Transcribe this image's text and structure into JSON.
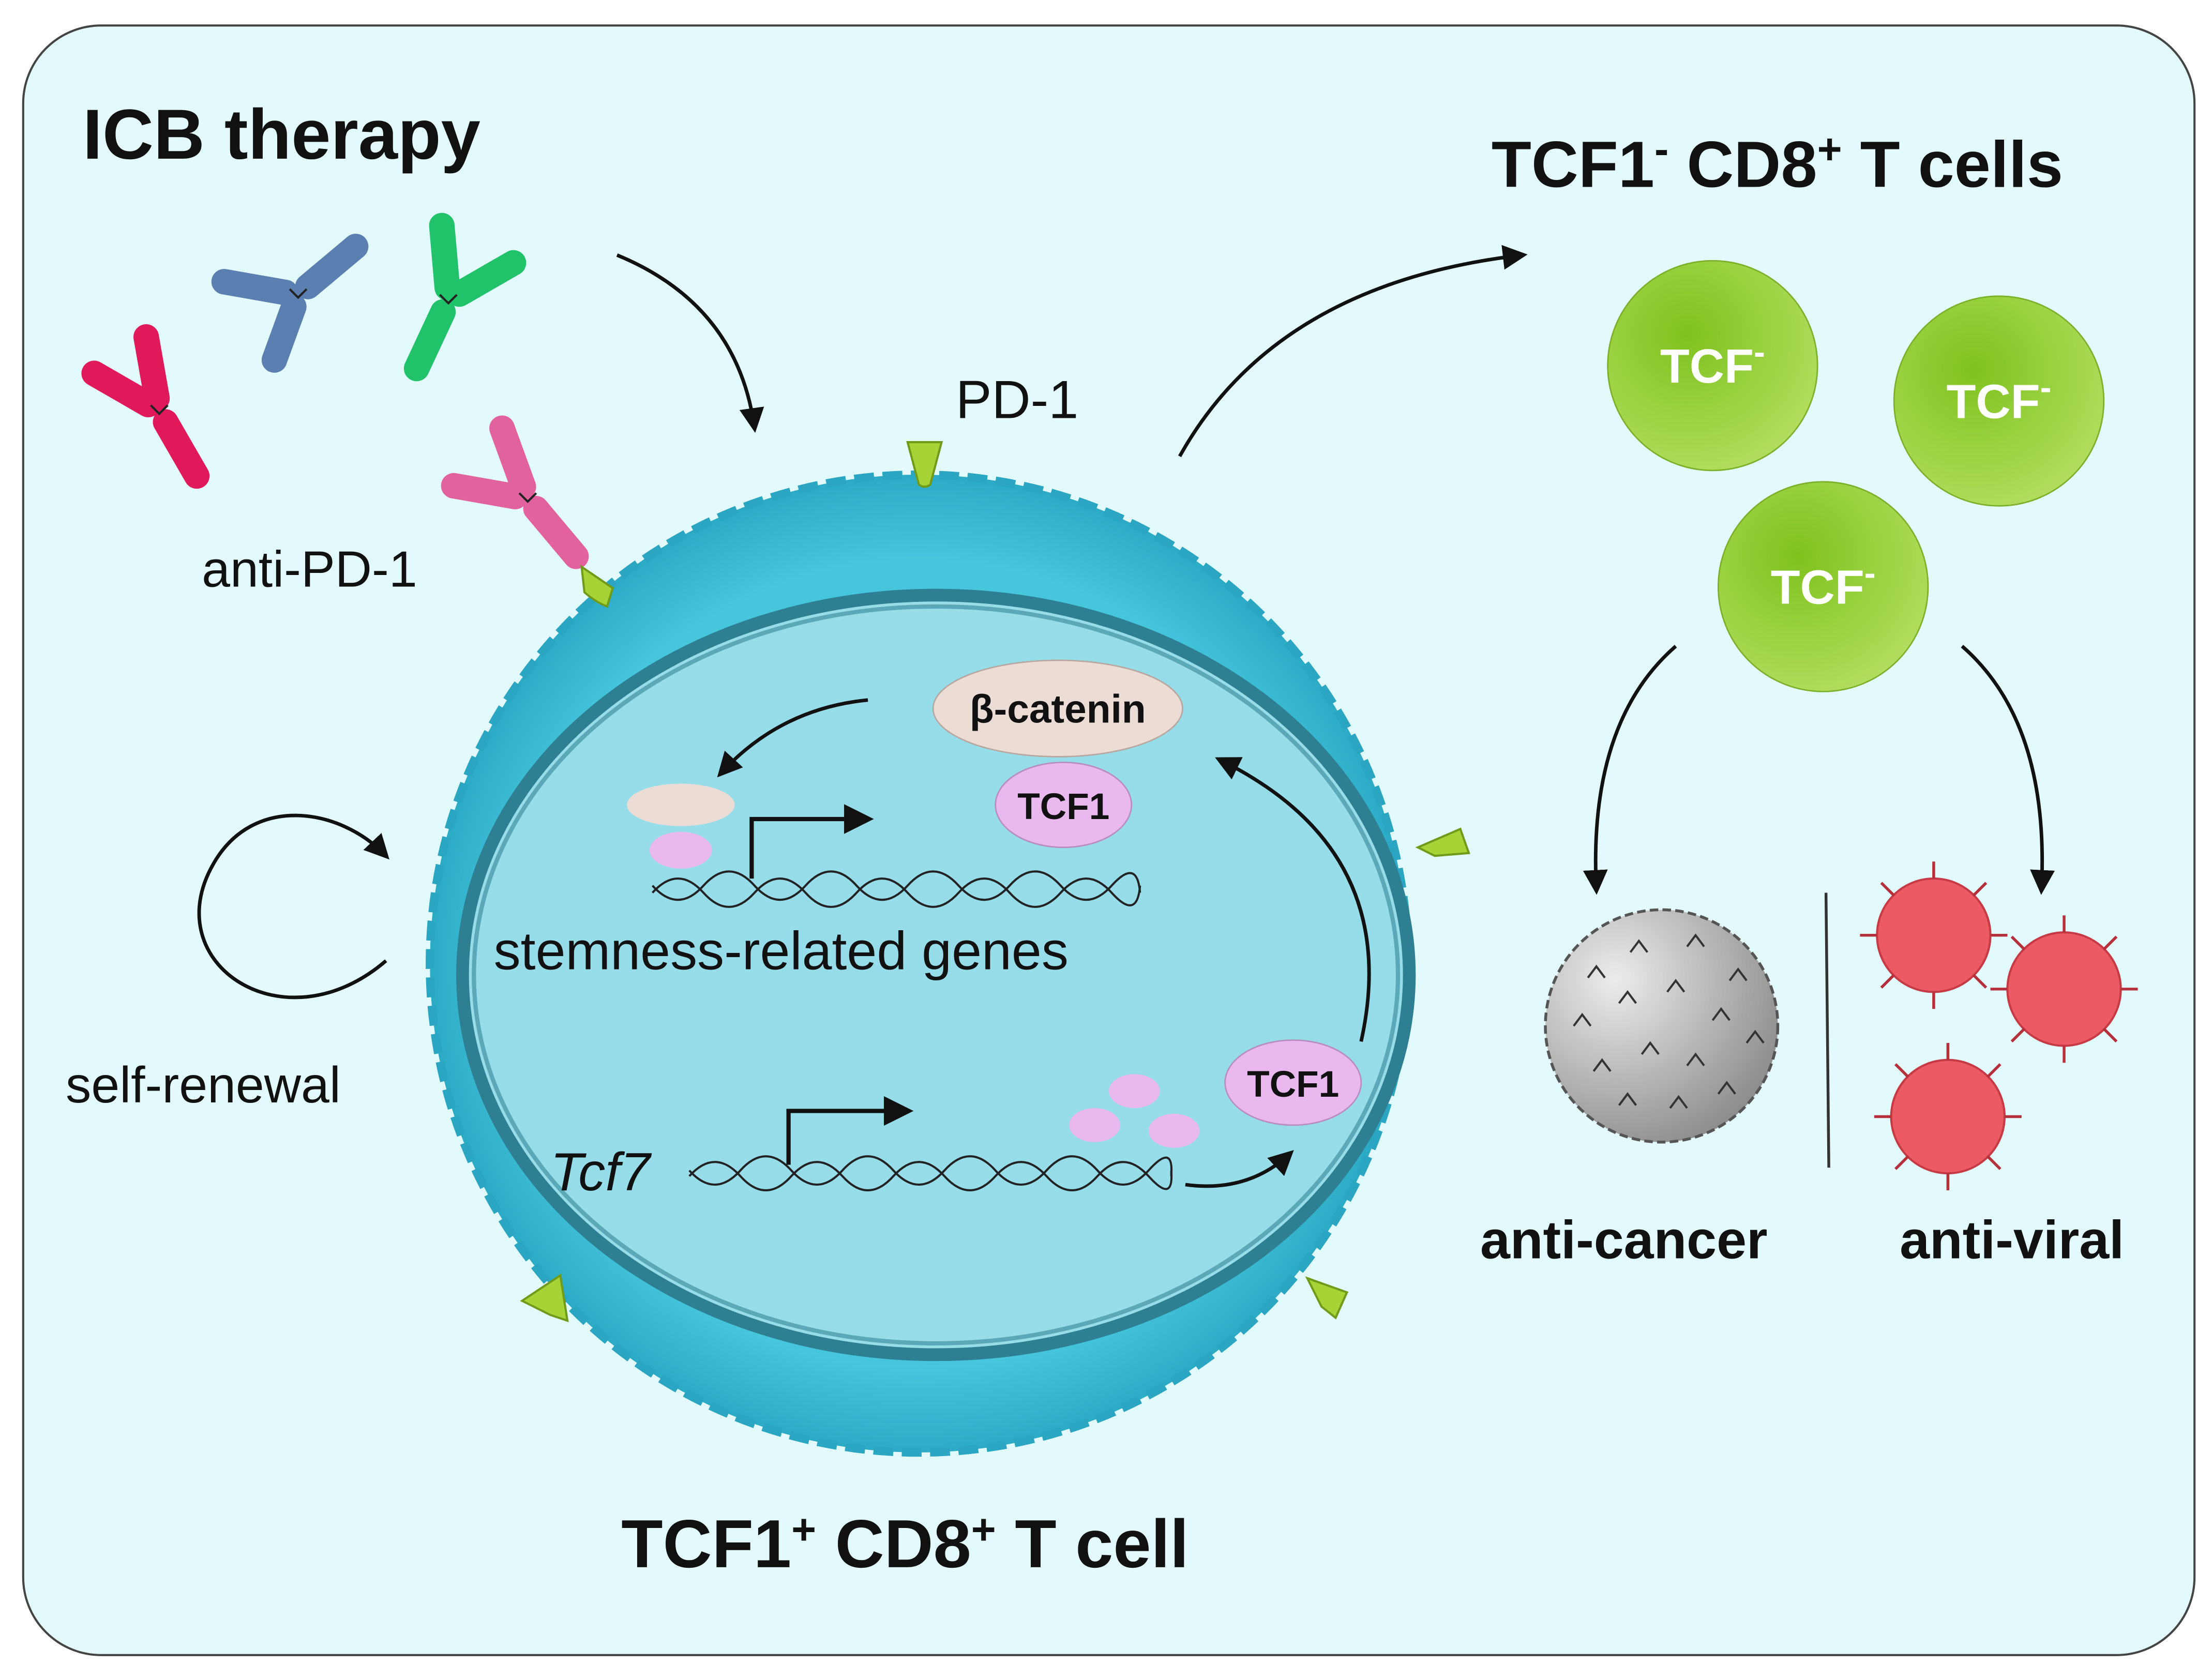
{
  "title": "ICB therapy",
  "antibody_label": "anti-PD-1",
  "pd1_label": "PD-1",
  "self_renewal_label": "self-renewal",
  "beta_catenin_label": "β-catenin",
  "tcf1_protein_label": "TCF1",
  "stemness_genes_label": "stemness-related genes",
  "tcf7_gene_label": "Tcf7",
  "main_cell": {
    "label_part1": "TCF1",
    "sup1": "+",
    "label_part2": " CD8",
    "sup2": "+",
    "label_part3": " T cell"
  },
  "tcf1_negative_group": {
    "label_part1": "TCF1",
    "sup1": "-",
    "label_part2": " CD8",
    "sup2": "+",
    "label_part3": " T cells",
    "cell_label": "TCF",
    "cell_sup": "-"
  },
  "outcome_cancer_label": "anti-cancer",
  "outcome_viral_label": "anti-viral",
  "colors": {
    "background_panel": "#e3fafc",
    "cell_membrane": "#3fbcd6",
    "nucleus": "#96dde9",
    "tcf_negative_cell": "#8ccf2e",
    "antibody_red": "#e0195b",
    "antibody_blue": "#5b7fb0",
    "antibody_green": "#20c26a",
    "antibody_pink": "#e2629e",
    "tcf1_protein": "#e8b8ee",
    "beta_catenin": "#ecdcd6",
    "virus": "#ec5b63",
    "tumor_cell": "#b8b8b8"
  }
}
